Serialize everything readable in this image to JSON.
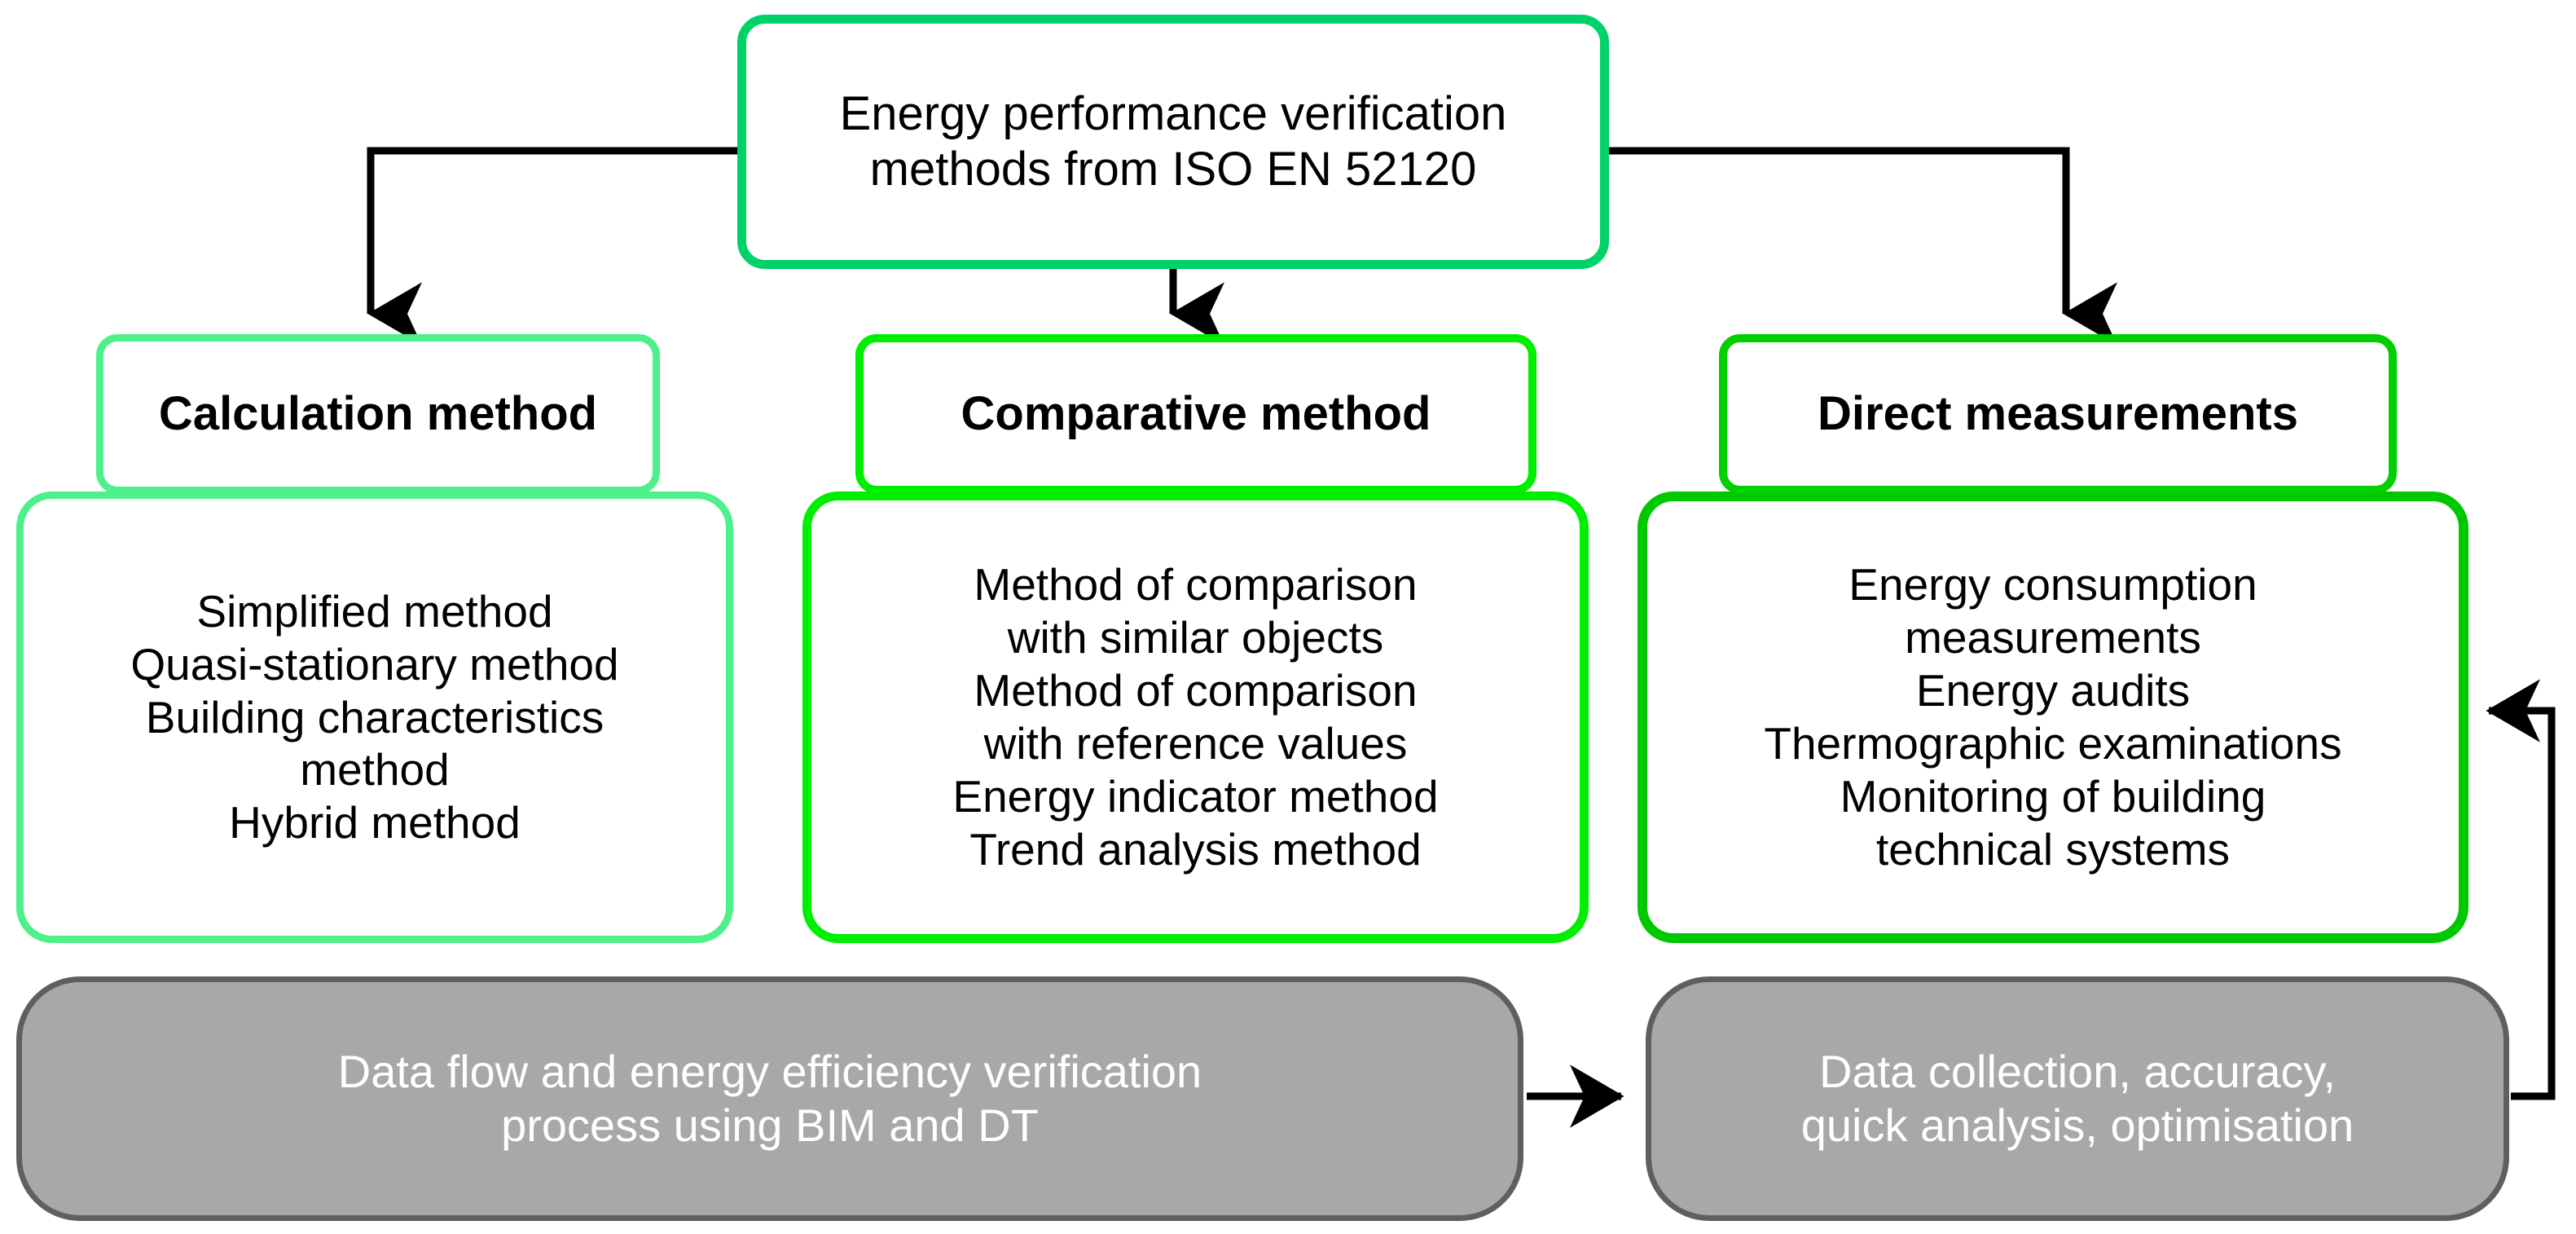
{
  "diagram": {
    "title": "Energy performance verification methods from ISO EN 52120",
    "colors": {
      "root_green": "#00D26A",
      "calculation_green": "#4DF08A",
      "comparative_green": "#00EE00",
      "direct_green": "#00C800",
      "process_fill": "#A8A8A8",
      "process_border": "#5F5F5F",
      "process_text": "#FFFFFF",
      "connector": "#000000",
      "background": "#FFFFFF"
    },
    "root": {
      "line1": "Energy performance verification",
      "line2": "methods from ISO EN 52120"
    },
    "columns": [
      {
        "id": "calculation",
        "header": "Calculation method",
        "items": [
          "Simplified method",
          "Quasi-stationary method",
          "Building characteristics method",
          "Hybrid method"
        ],
        "lines": [
          "Simplified method",
          "Quasi-stationary method",
          "Building characteristics",
          "method",
          "Hybrid method"
        ]
      },
      {
        "id": "comparative",
        "header": "Comparative method",
        "items": [
          "Method of comparison with similar objects",
          "Method of comparison with reference values",
          "Energy indicator method",
          "Trend analysis method"
        ],
        "lines": [
          "Method of comparison",
          "with similar objects",
          "Method of comparison",
          "with reference values",
          "Energy indicator method",
          "Trend analysis method"
        ]
      },
      {
        "id": "direct",
        "header": "Direct measurements",
        "items": [
          "Energy consumption measurements",
          "Energy audits",
          "Thermographic examinations",
          "Monitoring of building technical systems"
        ],
        "lines": [
          "Energy consumption",
          "measurements",
          "Energy audits",
          "Thermographic examinations",
          "Monitoring of building",
          "technical systems"
        ]
      }
    ],
    "process": [
      {
        "id": "dataflow",
        "line1": "Data flow and energy efficiency verification",
        "line2": "process using BIM and DT"
      },
      {
        "id": "collection",
        "line1": "Data collection, accuracy,",
        "line2": "quick analysis, optimisation"
      }
    ],
    "connectors": [
      {
        "id": "root-to-calculation",
        "from": "root",
        "to": "calculation",
        "style": "elbow-left-down",
        "arrow": "down"
      },
      {
        "id": "root-to-comparative",
        "from": "root",
        "to": "comparative",
        "style": "straight-down",
        "arrow": "down"
      },
      {
        "id": "root-to-direct",
        "from": "root",
        "to": "direct",
        "style": "elbow-right-down",
        "arrow": "down"
      },
      {
        "id": "dataflow-to-collection",
        "from": "dataflow",
        "to": "collection",
        "style": "straight-right",
        "arrow": "right"
      },
      {
        "id": "collection-to-direct-feedback",
        "from": "collection",
        "to": "direct",
        "style": "elbow-right-up-left",
        "arrow": "left"
      }
    ]
  }
}
